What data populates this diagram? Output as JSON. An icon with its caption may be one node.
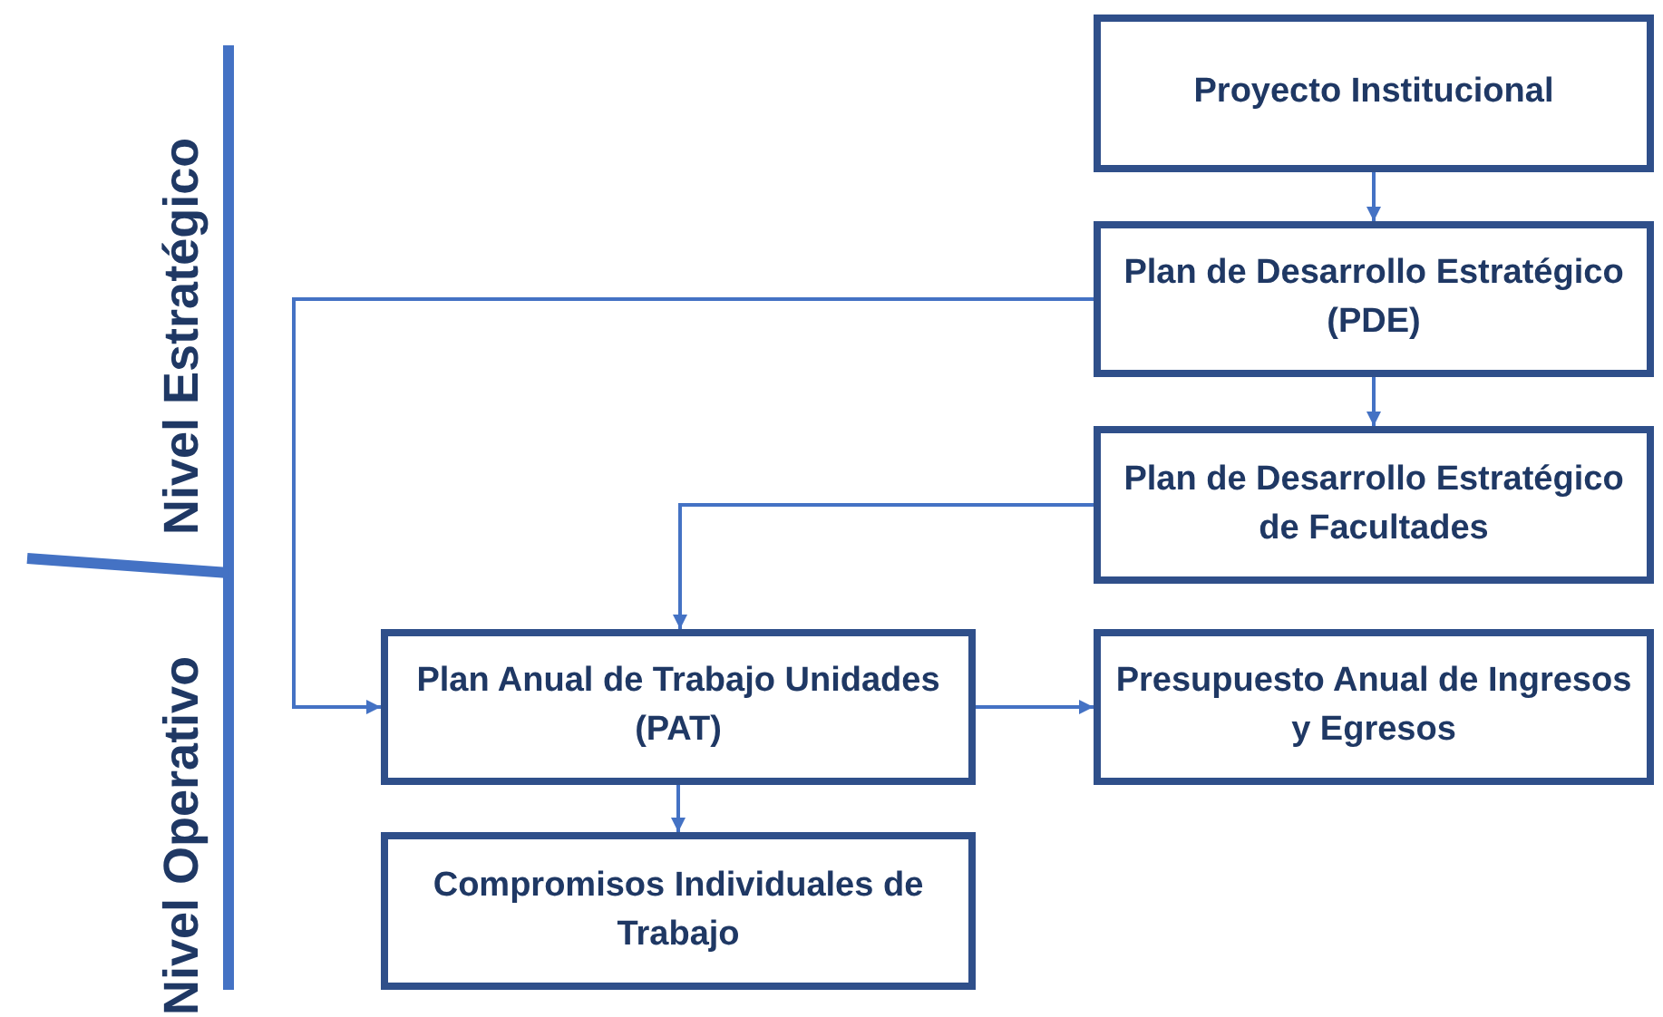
{
  "diagram": {
    "nodes": [
      {
        "text": [
          "Proyecto Institucional"
        ]
      },
      {
        "text": [
          "Plan de Desarrollo Estratégico (PDE)"
        ]
      },
      {
        "text": [
          "Plan de Desarrollo Estratégico de Facultades"
        ]
      },
      {
        "text": [
          "Plan Anual de Trabajo Unidades (PAT)"
        ]
      },
      {
        "text": [
          "Presupuesto Anual de Ingresos y Egresos"
        ]
      },
      {
        "text": [
          "Compromisos Individuales de Trabajo"
        ]
      }
    ],
    "edges": [
      {
        "from": 0,
        "to": 1,
        "arrow": "to"
      },
      {
        "from": 1,
        "to": 2,
        "arrow": "to"
      },
      {
        "from": 1,
        "to": 3,
        "arrow": "to"
      },
      {
        "from": 2,
        "to": 3,
        "arrow": "to"
      },
      {
        "from": 3,
        "to": 4,
        "arrow": "to"
      },
      {
        "from": 3,
        "to": 5,
        "arrow": "to"
      }
    ],
    "labels": [
      "Nivel Estratégico",
      "Nivel Operativo"
    ]
  }
}
